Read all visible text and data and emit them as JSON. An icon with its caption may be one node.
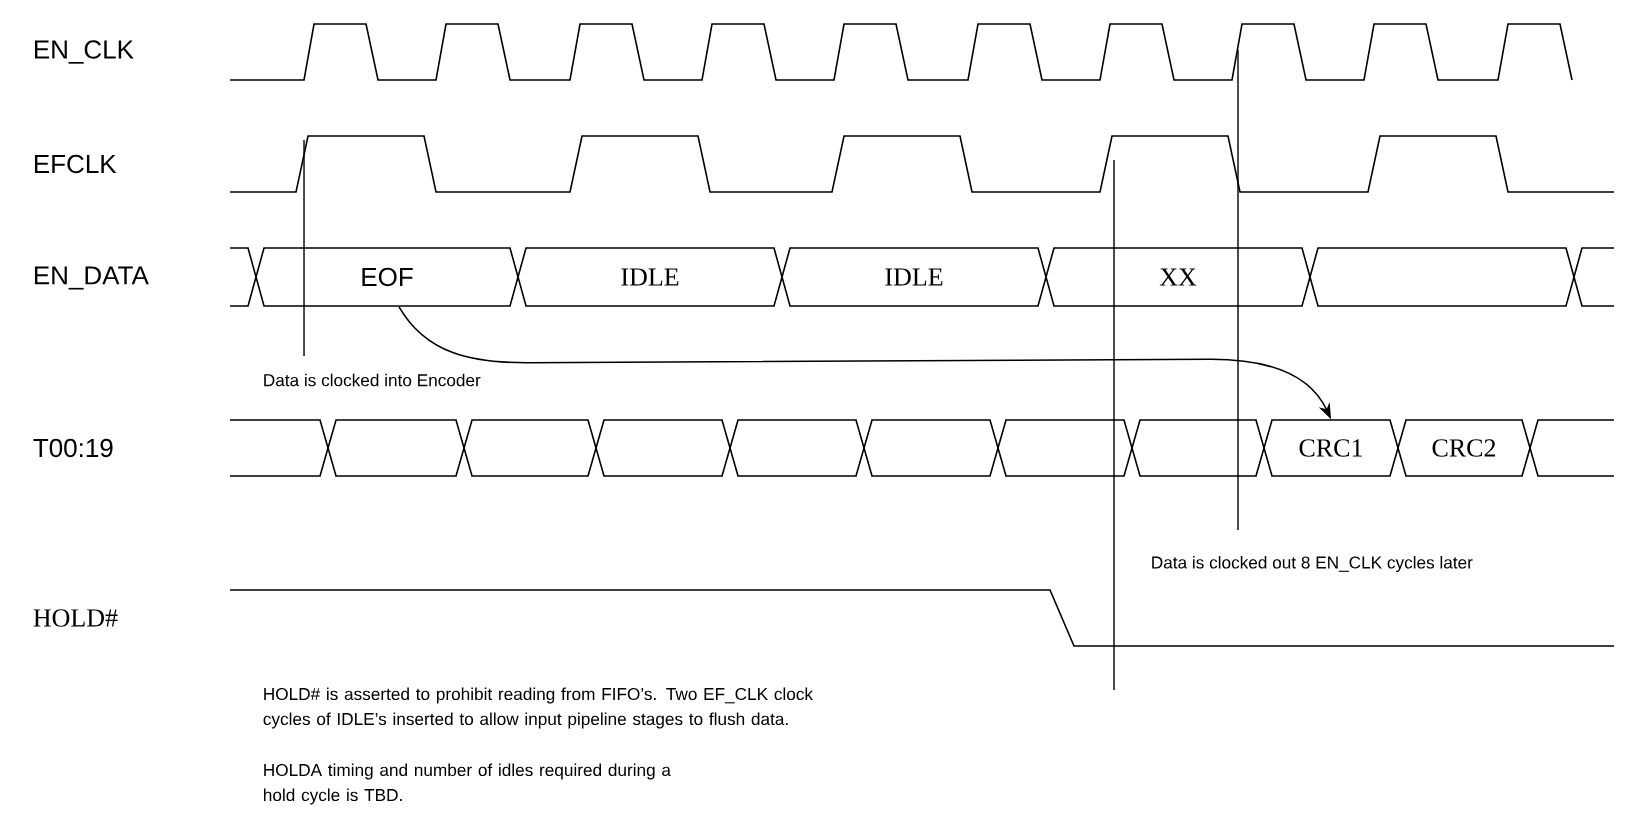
{
  "diagram": {
    "nodes": [
      {
        "text": [
          "EOF"
        ]
      },
      {
        "text": [
          "IDLE"
        ]
      },
      {
        "text": [
          "IDLE"
        ]
      },
      {
        "text": [
          "XX"
        ]
      },
      {
        "text": [],
        "shape": "hexagon"
      },
      {
        "text": [],
        "shape": "hexagon"
      },
      {
        "text": [],
        "shape": "hexagon"
      },
      {
        "text": [],
        "shape": "hexagon"
      },
      {
        "text": [],
        "shape": "hexagon"
      },
      {
        "text": [],
        "shape": "hexagon"
      },
      {
        "text": [],
        "shape": "hexagon"
      },
      {
        "text": [],
        "shape": "hexagon"
      },
      {
        "text": [
          "CRC1"
        ]
      },
      {
        "text": [
          "CRC2"
        ]
      }
    ],
    "edges": [
      {
        "from": 0,
        "to": 12,
        "arrow": "to"
      }
    ],
    "labels": [
      "EN_CLK",
      "EFCLK",
      "EN_DATA",
      "T00:19",
      "HOLD#",
      "Data is clocked into Encoder",
      "Data is clocked out 8 EN_CLK cycles later",
      "HOLD# is asserted to prohibit reading from FIFO’s. Two EF_CLK clock cycles of IDLE’s inserted to allow input pipeline stages to flush data.",
      "HOLDA timing and number of idles required during a hold cycle is TBD."
    ]
  }
}
